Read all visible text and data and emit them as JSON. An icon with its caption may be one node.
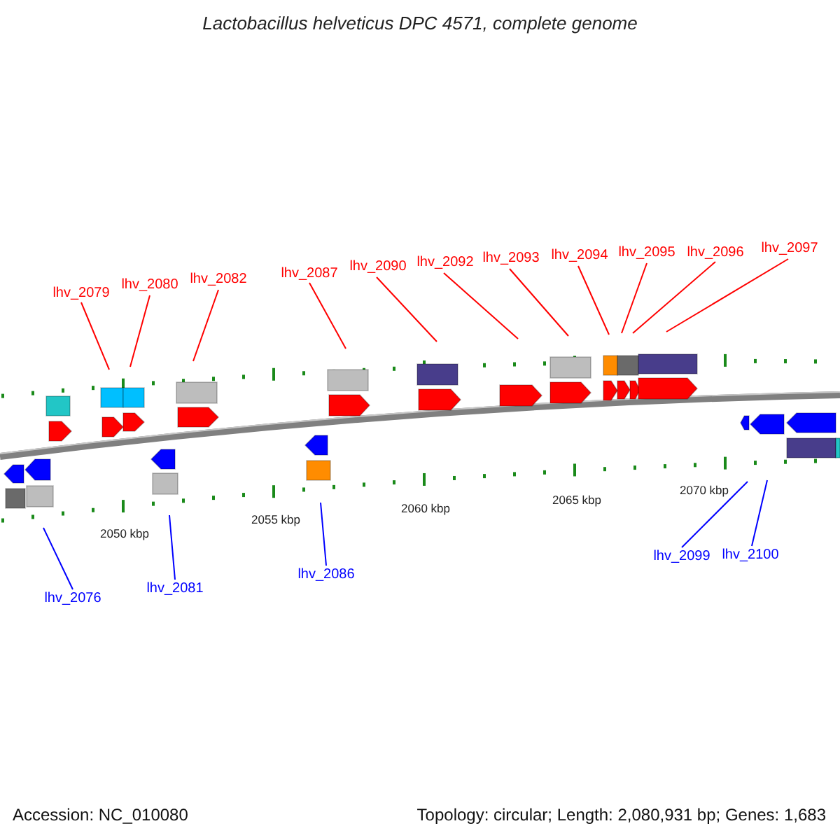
{
  "diagram": {
    "title": "Lactobacillus helveticus DPC 4571, complete genome",
    "nodes": [
      {
        "text": [
          "lhv_2079"
        ]
      },
      {
        "text": [
          "lhv_2080"
        ]
      },
      {
        "text": [
          "lhv_2082"
        ]
      },
      {
        "text": [
          "lhv_2087"
        ]
      },
      {
        "text": [
          "lhv_2090"
        ]
      },
      {
        "text": [
          "lhv_2092"
        ]
      },
      {
        "text": [
          "lhv_2093"
        ]
      },
      {
        "text": [
          "lhv_2094"
        ]
      },
      {
        "text": [
          "lhv_2095"
        ]
      },
      {
        "text": [
          "lhv_2096"
        ]
      },
      {
        "text": [
          "lhv_2097"
        ]
      },
      {
        "text": [
          "lhv_2076"
        ]
      },
      {
        "text": [
          "lhv_2081"
        ]
      },
      {
        "text": [
          "lhv_2086"
        ]
      },
      {
        "text": [
          "lhv_2099"
        ]
      },
      {
        "text": [
          "lhv_2100"
        ]
      }
    ],
    "edges": [
      {
        "from": 0,
        "to": null,
        "arrow": "none"
      },
      {
        "from": 1,
        "to": null,
        "arrow": "none"
      },
      {
        "from": 2,
        "to": null,
        "arrow": "none"
      },
      {
        "from": 3,
        "to": null,
        "arrow": "none"
      },
      {
        "from": 4,
        "to": null,
        "arrow": "none"
      },
      {
        "from": 5,
        "to": null,
        "arrow": "none"
      },
      {
        "from": 6,
        "to": null,
        "arrow": "none"
      },
      {
        "from": 7,
        "to": null,
        "arrow": "none"
      },
      {
        "from": 8,
        "to": null,
        "arrow": "none"
      },
      {
        "from": 9,
        "to": null,
        "arrow": "none"
      },
      {
        "from": 10,
        "to": null,
        "arrow": "none"
      },
      {
        "from": 11,
        "to": null,
        "arrow": "none",
        "color": "#0000ff"
      },
      {
        "from": 12,
        "to": null,
        "arrow": "none",
        "color": "#0000ff"
      },
      {
        "from": 13,
        "to": null,
        "arrow": "none",
        "color": "#0000ff"
      },
      {
        "from": 14,
        "to": null,
        "arrow": "none",
        "color": "#0000ff"
      },
      {
        "from": 15,
        "to": null,
        "arrow": "none",
        "color": "#0000ff"
      }
    ],
    "labels": [
      "2050 kbp",
      "2055 kbp",
      "2060 kbp",
      "2065 kbp",
      "2070 kbp",
      "Accession: NC_010080",
      "Topology: circular; Length: 2,080,931 bp; Genes: 1,683"
    ]
  }
}
